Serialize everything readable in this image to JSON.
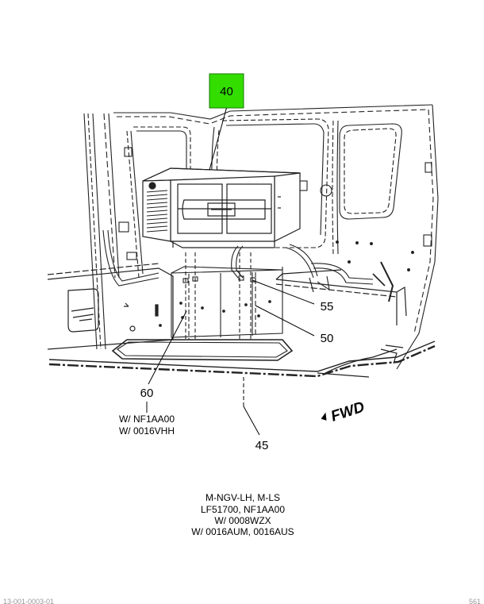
{
  "callouts": {
    "c40": "40",
    "c55": "55",
    "c50": "50",
    "c60": "60",
    "c45": "45"
  },
  "callout_40_highlight_color": "#33dd00",
  "note_60": [
    "W/ NF1AA00",
    "W/ 0016VHH"
  ],
  "fwd_label": "FWD",
  "applicability": [
    "M-NGV-LH, M-LS",
    "LF51700, NF1AA00",
    "W/ 0008WZX",
    "W/ 0016AUM, 0016AUS"
  ],
  "footer": {
    "left": "13-001-0003-01",
    "right": "561"
  }
}
